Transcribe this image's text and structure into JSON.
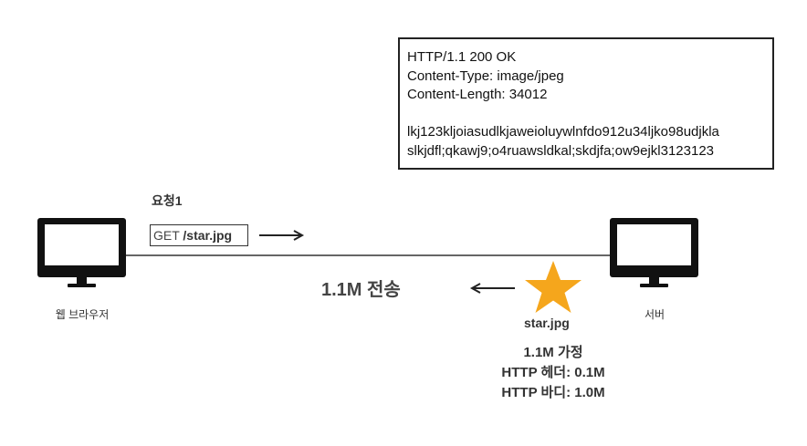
{
  "response": {
    "status_line": "HTTP/1.1 200 OK",
    "content_type": "Content-Type: image/jpeg",
    "content_length": "Content-Length: 34012",
    "body_line1": "lkj123kljoiasudlkjaweioluywlnfdo912u34ljko98udjkla",
    "body_line2": "slkjdfl;qkawj9;o4ruawsldkal;skdjfa;ow9ejkl3123123"
  },
  "request": {
    "title": "요청1",
    "method": "GET ",
    "path": "/star.jpg"
  },
  "client": {
    "label": "웹 브라우저"
  },
  "server": {
    "label": "서버"
  },
  "transfer": {
    "label": "1.1M 전송"
  },
  "resource": {
    "label": "star.jpg",
    "star_color": "#F5A61C"
  },
  "assumptions": {
    "line1": "1.1M 가정",
    "line2": "HTTP 헤더: 0.1M",
    "line3": "HTTP 바디: 1.0M"
  }
}
